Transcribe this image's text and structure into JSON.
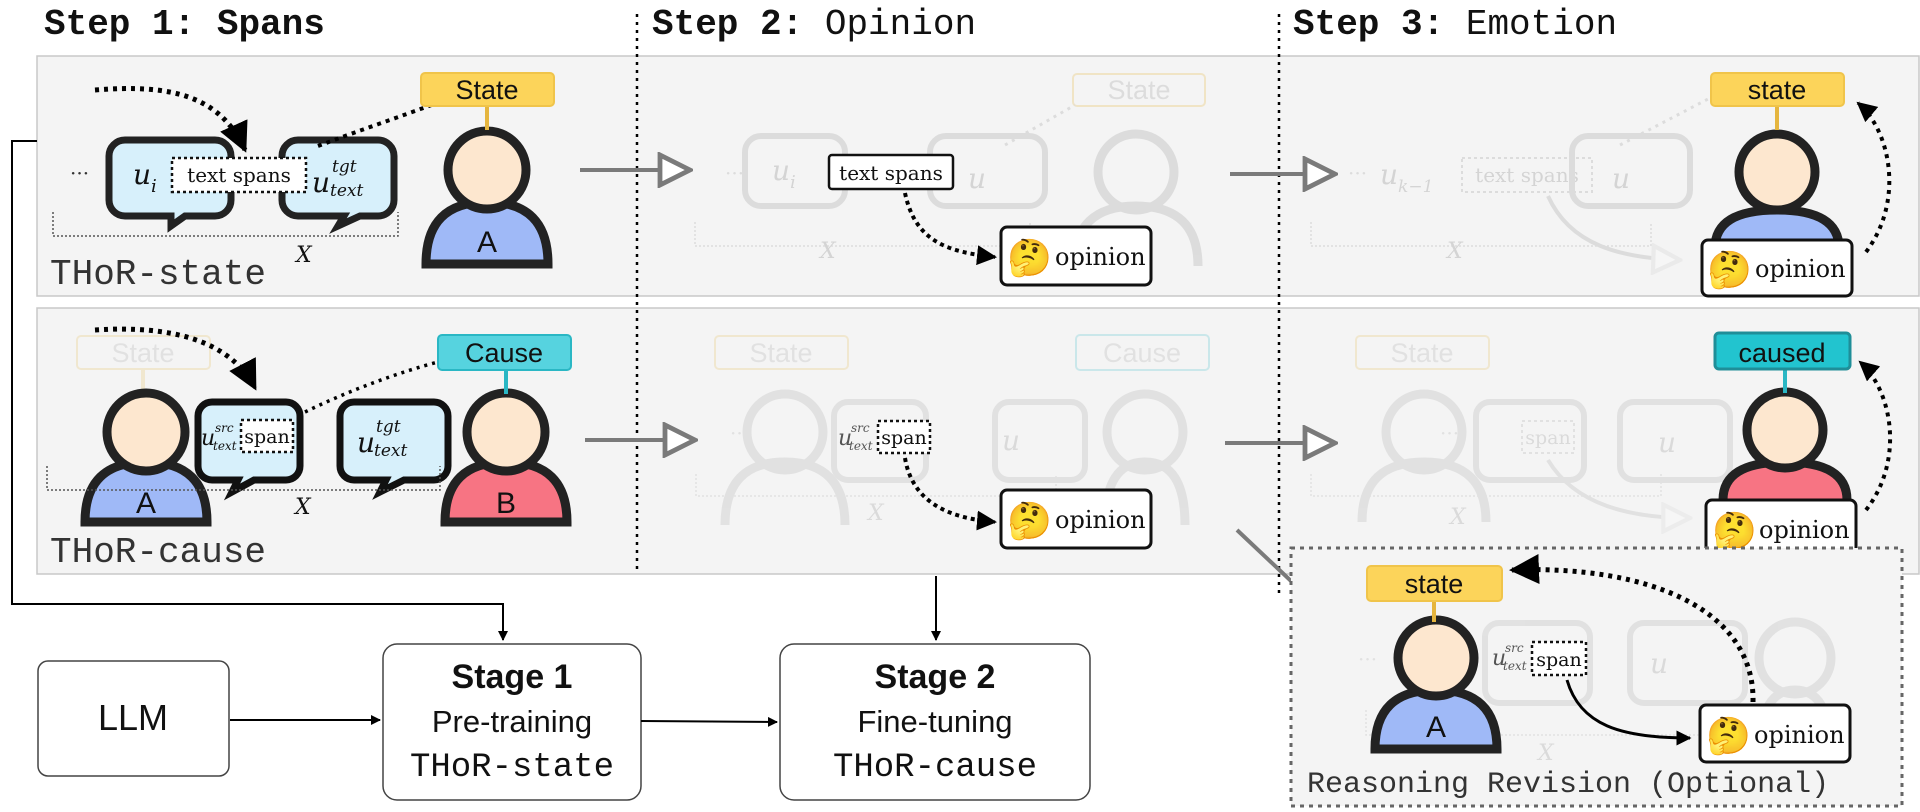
{
  "steps": {
    "step1": {
      "prefix": "Step 1:",
      "name": "Spans"
    },
    "step2": {
      "prefix": "Step 2:",
      "name": "Opinion"
    },
    "step3": {
      "prefix": "Step 3:",
      "name": "Emotion"
    }
  },
  "rows": {
    "state": {
      "label": "THoR-state"
    },
    "cause": {
      "label": "THoR-cause"
    }
  },
  "tags": {
    "State": "State",
    "Cause": "Cause",
    "state": "state",
    "caused": "caused"
  },
  "persons": {
    "a": "A",
    "b": "B"
  },
  "utterances": {
    "ellipsis": "···",
    "u": "u",
    "i": "i",
    "k1": "k−1",
    "text": "text",
    "tgt": "tgt",
    "src": "src",
    "x": "X"
  },
  "boxes": {
    "text_spans": "text spans",
    "span": "span",
    "opinion": "opinion",
    "opinion_emoji": "🤔"
  },
  "revision": {
    "label": "Reasoning Revision (Optional)"
  },
  "pipeline": {
    "llm": "LLM",
    "stage1": {
      "title": "Stage 1",
      "subtitle": "Pre-training",
      "dataset": "THoR-state"
    },
    "stage2": {
      "title": "Stage 2",
      "subtitle": "Fine-tuning",
      "dataset": "THoR-cause"
    }
  },
  "colors": {
    "panel_bg": "#f4f4f4",
    "panel_border": "#c8c8c8",
    "tag_yellow": "#fcd45a",
    "tag_cyan": "#56d3df",
    "tag_teal": "#22c4cf",
    "skin": "#fde7cf",
    "body_blue": "#9fb9f7",
    "body_red": "#f77483",
    "bubble_fill": "#d7f0fb",
    "outline": "#222222"
  }
}
